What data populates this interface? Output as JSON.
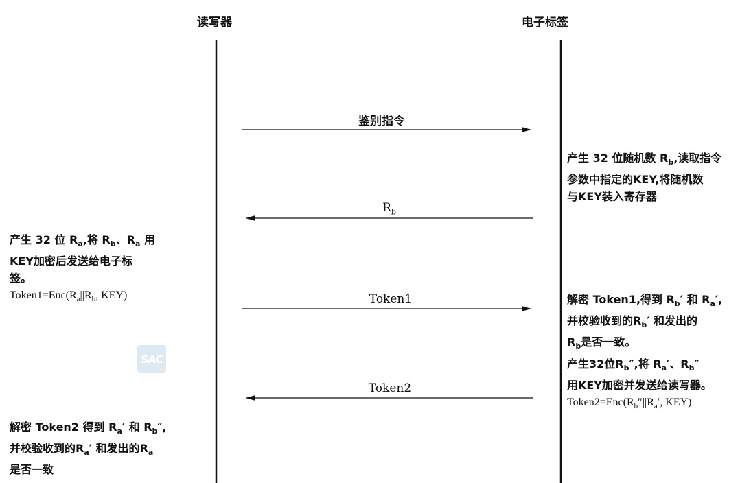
{
  "participants": {
    "reader": "读写器",
    "tag": "电子标签"
  },
  "messages": [
    {
      "label": "鉴别指令",
      "direction": "reader-to-tag"
    },
    {
      "label": "Rb",
      "direction": "tag-to-reader"
    },
    {
      "label": "Token1",
      "direction": "reader-to-tag"
    },
    {
      "label": "Token2",
      "direction": "tag-to-reader"
    }
  ],
  "notes": {
    "tag_step1": [
      "产生32位随机数Rb,读取指令",
      "参数中指定的KEY,将随机数",
      "与KEY装入寄存器"
    ],
    "reader_step1": [
      "产生32位Ra,将Rb、Ra用",
      "KEY加密后发送给电子标",
      "签。"
    ],
    "reader_step1_formula": "Token1=Enc(Ra||Rb, KEY)",
    "tag_step2": [
      "解密Token1,得到Rb′和Ra′,",
      "并校验收到的Rb′和发出的",
      "Rb是否一致。",
      "产生32位Rb″,将Ra′、Rb″",
      "用KEY加密并发送给读写器。"
    ],
    "tag_step2_formula": "Token2=Enc(Rb″||Ra′, KEY)",
    "reader_step2": [
      "解密Token2得到Ra′和Rb″,",
      "并校验收到的Ra′和发出的Ra",
      "是否一致"
    ]
  },
  "watermark": "SAC"
}
